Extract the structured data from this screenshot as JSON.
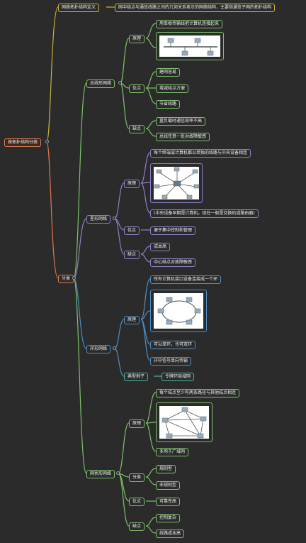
{
  "root": "按拓扑结构分类",
  "definition": {
    "label": "网络拓扑结构定义",
    "text": "网中结点与通信线路之间的几何关系表示的网络结构，主要指通信子网的拓扑结构"
  },
  "classification": "分类",
  "bus": {
    "label": "总线形网络",
    "principle": "原理",
    "principle_text": "用单根传输线把计算机连接起来",
    "advantages": "优点",
    "adv_items": [
      "建网容易",
      "增减结点方便",
      "节省线路"
    ],
    "disadvantages": "缺点",
    "dis_items": [
      "重负载时通信效率不高",
      "总线任意一处对故障敏感"
    ]
  },
  "star": {
    "label": "星形网络",
    "principle": "原理",
    "principle_text": "每个终端或计算机都以单独的线路与中央设备相连",
    "principle_note": "(中央设备早期是计算机，现在一般是交换机或路由器)",
    "advantages": "优点",
    "adv_items": [
      "便于集中控制和管理"
    ],
    "disadvantages": "缺点",
    "dis_items": [
      "成本高",
      "中心结点对故障敏感"
    ]
  },
  "ring": {
    "label": "环形网络",
    "principle": "原理",
    "principle_text": "所有计算机接口设备连接成一个环",
    "items": [
      "可以单环，也可双环",
      "环中信号单向传输"
    ],
    "example": "典型例子",
    "example_text": "令牌环局域网"
  },
  "mesh": {
    "label": "网状形网络",
    "principle": "原理",
    "principle_text": "每个结点至少有两条路径与其他结点相连",
    "principle_note": "多用于广域网",
    "types": "分类",
    "type_items": [
      "规则型",
      "非规则型"
    ],
    "advantages": "优点",
    "adv_items": [
      "可靠性高"
    ],
    "disadvantages": "缺点",
    "dis_items": [
      "控制复杂",
      "线路成本高"
    ]
  },
  "colors": {
    "root": "#e0794f",
    "definition": "#c9b33a",
    "bus": "#7cc26a",
    "star": "#8e7fc9",
    "ring": "#4b8fc8",
    "mesh": "#7cc26a"
  }
}
